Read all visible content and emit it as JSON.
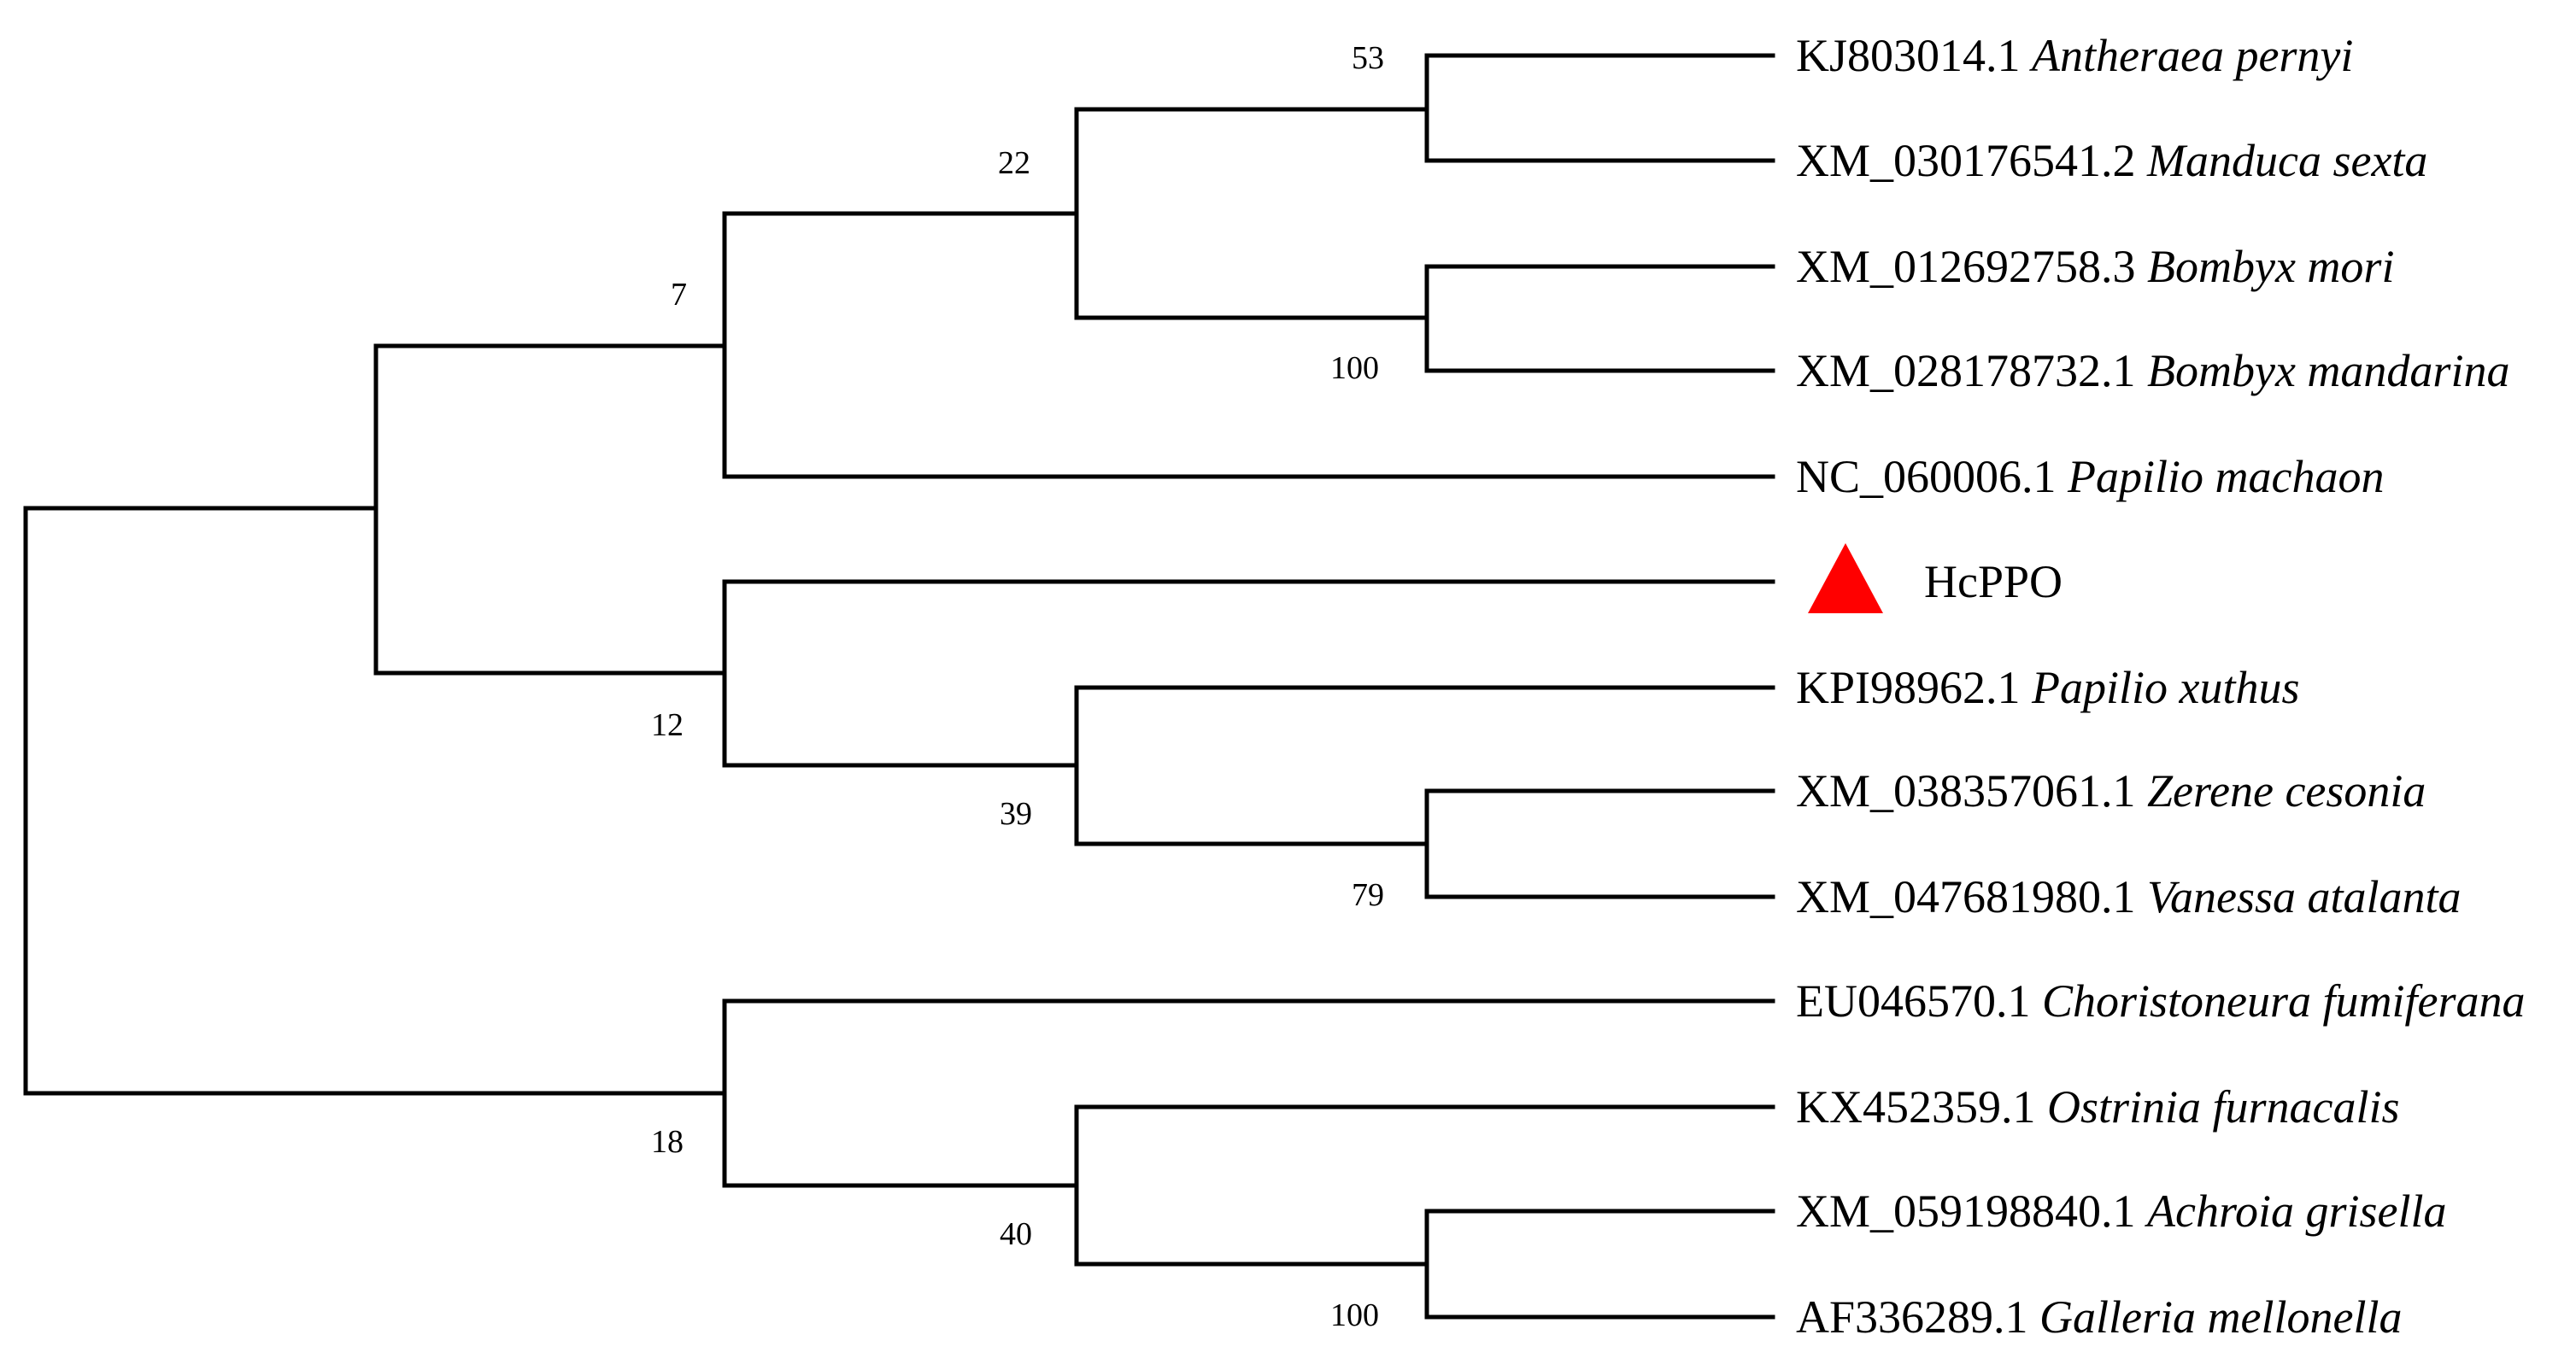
{
  "tree": {
    "tips": [
      {
        "id": "t1",
        "accession": "KJ803014.1",
        "species": "Antheraea pernyi"
      },
      {
        "id": "t2",
        "accession": "XM_030176541.2",
        "species": "Manduca sexta"
      },
      {
        "id": "t3",
        "accession": "XM_012692758.3",
        "species": "Bombyx mori"
      },
      {
        "id": "t4",
        "accession": "XM_028178732.1",
        "species": "Bombyx mandarina"
      },
      {
        "id": "t5",
        "accession": "NC_060006.1",
        "species": "Papilio machaon"
      },
      {
        "id": "t6",
        "accession": "HcPPO",
        "species": "",
        "marker": "red-triangle",
        "marker_color": "#ff0000"
      },
      {
        "id": "t7",
        "accession": "KPI98962.1",
        "species": "Papilio xuthus"
      },
      {
        "id": "t8",
        "accession": "XM_038357061.1",
        "species": "Zerene cesonia"
      },
      {
        "id": "t9",
        "accession": "XM_047681980.1",
        "species": "Vanessa atalanta"
      },
      {
        "id": "t10",
        "accession": "EU046570.1",
        "species": "Choristoneura fumiferana"
      },
      {
        "id": "t11",
        "accession": "KX452359.1",
        "species": "Ostrinia furnacalis"
      },
      {
        "id": "t12",
        "accession": "XM_059198840.1",
        "species": "Achroia grisella"
      },
      {
        "id": "t13",
        "accession": "AF336289.1",
        "species": "Galleria mellonella"
      }
    ],
    "bootstrap": {
      "antheraea_manduca": "53",
      "sphingid_bombycid": "22",
      "bombyx": "100",
      "papilio_machaon_group": "7",
      "hcppo_group": "12",
      "nymphalid_group": "39",
      "zerene_vanessa": "79",
      "pyralid_group": "18",
      "ostrinia_group": "40",
      "achroia_galleria": "100"
    }
  }
}
